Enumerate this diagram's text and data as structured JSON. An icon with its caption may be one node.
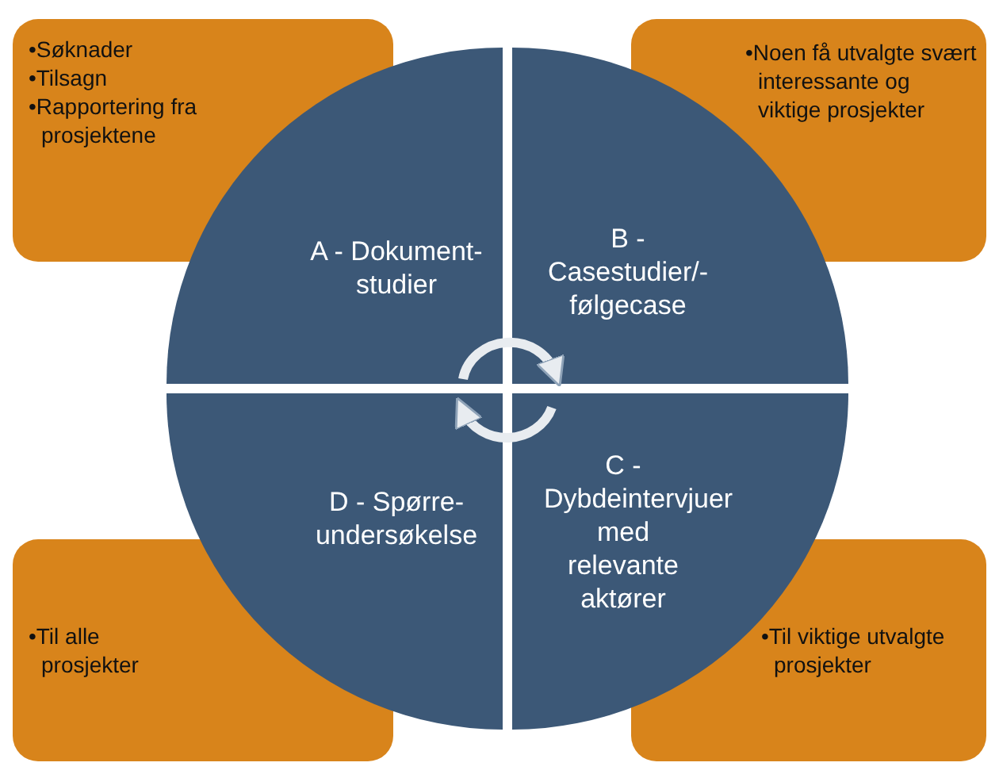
{
  "diagram": {
    "nodes": [
      {
        "text": [
          "•Søknader",
          "•Tilsagn",
          "•Rapportering fra prosjektene"
        ]
      },
      {
        "text": [
          "•Noen få utvalgte svært interessante og viktige prosjekter"
        ]
      },
      {
        "text": [
          "A - Dokument-studier"
        ]
      },
      {
        "text": [
          "B - Casestudier/-følgecase"
        ]
      },
      {
        "text": [
          "D - Spørre-undersøkelse"
        ]
      },
      {
        "text": [
          "C - Dybdeintervjuer med relevante aktører"
        ]
      },
      {
        "text": [
          "•Til alle prosjekter"
        ]
      },
      {
        "text": [
          "•Til viktige utvalgte prosjekter"
        ]
      }
    ],
    "edges": [
      {
        "from": 2,
        "to": 3,
        "arrow": "to"
      },
      {
        "from": 5,
        "to": 4,
        "arrow": "to"
      }
    ]
  }
}
